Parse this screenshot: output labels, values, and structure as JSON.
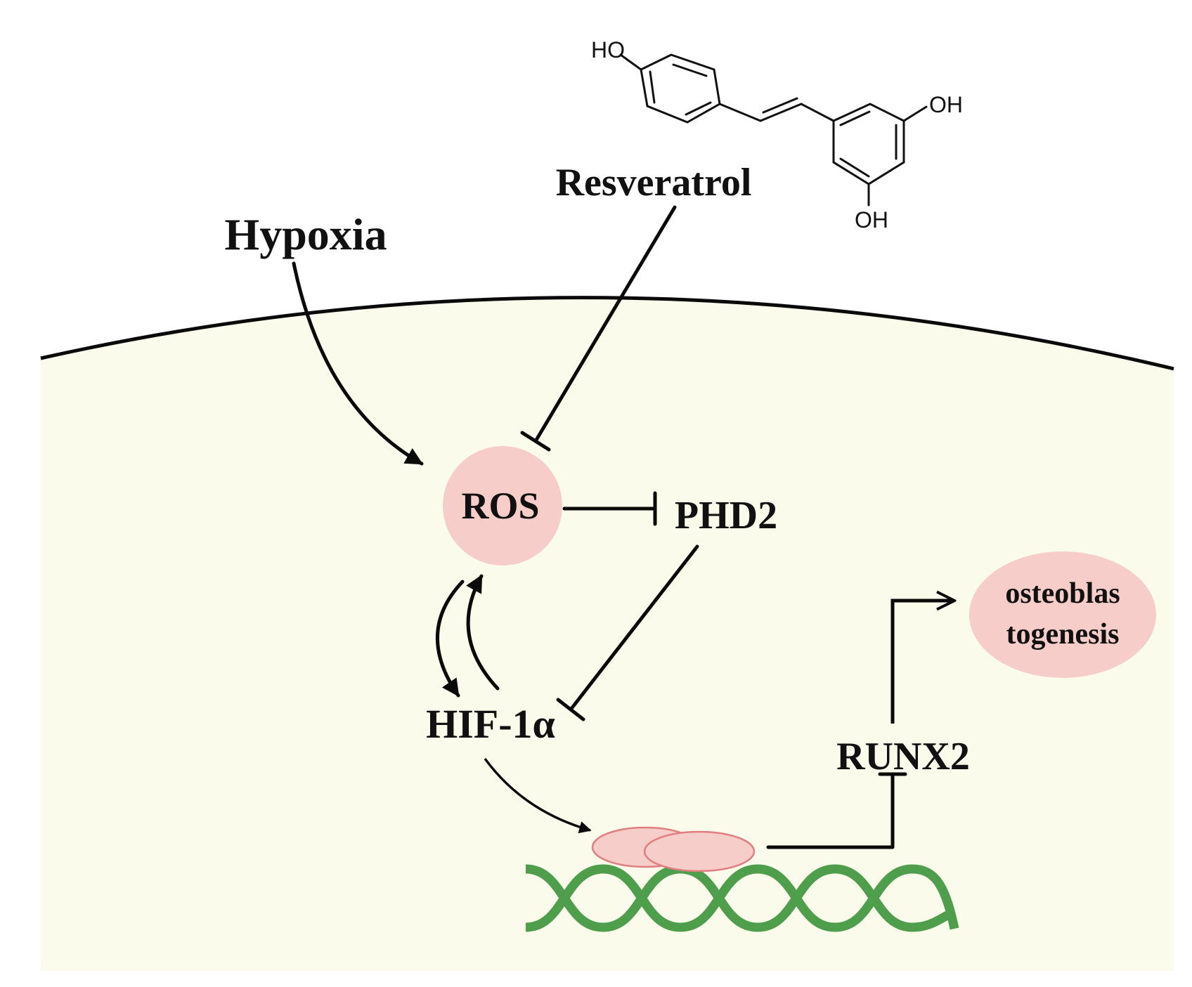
{
  "labels": {
    "hypoxia": "Hypoxia",
    "resveratrol": "Resveratrol",
    "ros": "ROS",
    "phd2": "PHD2",
    "hif": "HIF-1α",
    "runx2": "RUNX2",
    "outcome_line1": "osteoblas",
    "outcome_line2": "togenesis"
  },
  "molecule": {
    "group_top": "HO",
    "group_right": "OH",
    "group_bottom": "OH"
  },
  "colors": {
    "cell_fill": "#fbfbec",
    "node_fill": "#f6cdc9",
    "node_stroke": "#e07e80",
    "dna": "#4e9e4c",
    "line": "#0a0a0a"
  },
  "relations": [
    {
      "from": "Hypoxia",
      "to": "ROS",
      "type": "activates"
    },
    {
      "from": "Resveratrol",
      "to": "ROS",
      "type": "inhibits"
    },
    {
      "from": "ROS",
      "to": "PHD2",
      "type": "inhibits"
    },
    {
      "from": "PHD2",
      "to": "HIF-1α",
      "type": "inhibits"
    },
    {
      "from": "ROS",
      "to": "HIF-1α",
      "type": "feedback"
    },
    {
      "from": "HIF-1α",
      "to": "DNA",
      "type": "binds"
    },
    {
      "from": "DNA",
      "to": "RUNX2",
      "type": "inhibits"
    },
    {
      "from": "RUNX2",
      "to": "osteoblastogenesis",
      "type": "activates"
    }
  ]
}
